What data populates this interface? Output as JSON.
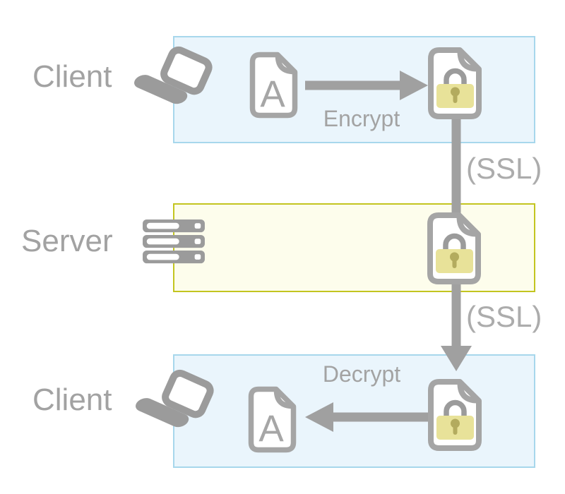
{
  "rows": [
    {
      "id": "client-top",
      "label": "Client"
    },
    {
      "id": "server",
      "label": "Server"
    },
    {
      "id": "client-bottom",
      "label": "Client"
    }
  ],
  "annotations": {
    "encrypt": "Encrypt",
    "decrypt": "Decrypt",
    "ssl_upper": "(SSL)",
    "ssl_lower": "(SSL)"
  },
  "document_letter": "A",
  "icons": {
    "client": "laptop-icon",
    "server": "server-stack-icon",
    "plain_document": "document-icon",
    "encrypted_document": "locked-document-icon"
  },
  "colors": {
    "client_band_fill": "#eaf5fc",
    "client_band_border": "#a7d7ec",
    "server_band_fill": "#fdfdec",
    "server_band_border": "#c3c520",
    "icon_gray": "#9b9b9b",
    "document_stroke": "#a5a5a5",
    "text_gray": "#a2a2a2",
    "lock_body": "#e8e299",
    "lock_keyhole": "#b3ab5e"
  }
}
